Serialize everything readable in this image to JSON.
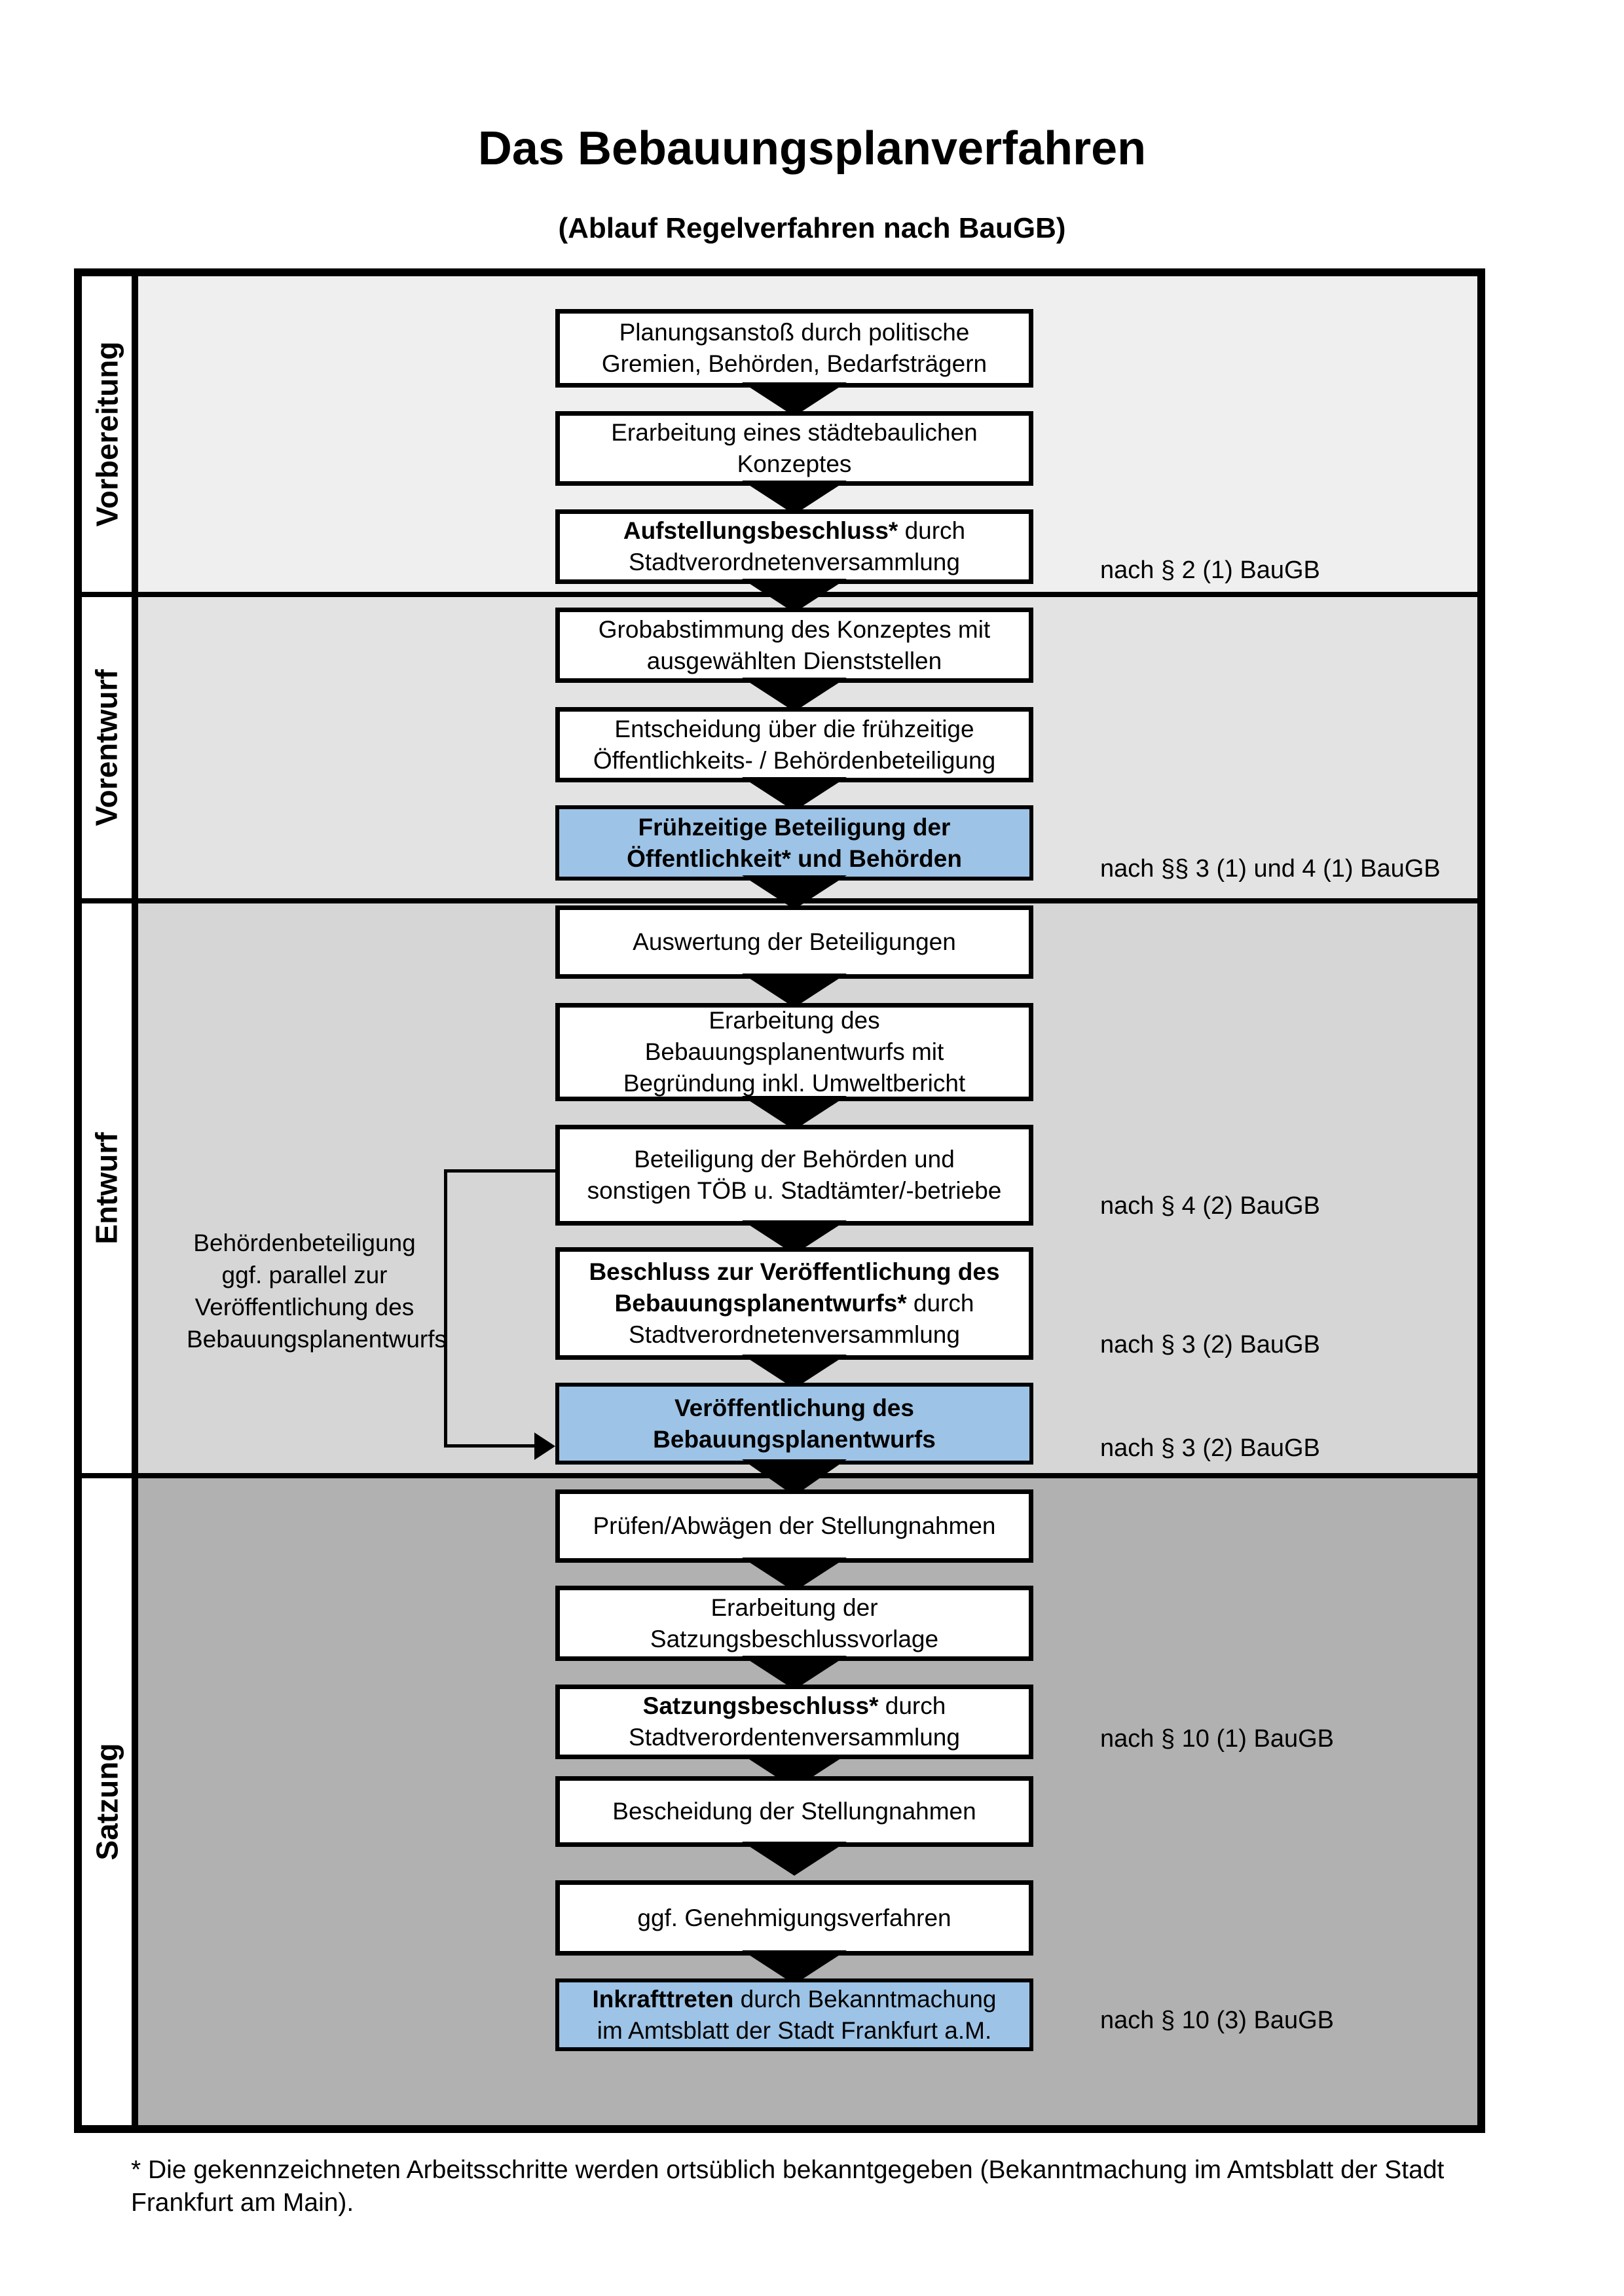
{
  "header": {
    "title": "Das Bebauungsplanverfahren",
    "subtitle": "(Ablauf Regelverfahren nach BauGB)"
  },
  "phases": {
    "p1": "Vorbereitung",
    "p2": "Vorentwurf",
    "p3": "Entwurf",
    "p4": "Satzung"
  },
  "boxes": {
    "box1": {
      "line1": "Planungsanstoß durch politische",
      "line2": "Gremien, Behörden, Bedarfsträgern"
    },
    "box2": {
      "line1": "Erarbeitung eines städtebaulichen",
      "line2": "Konzeptes"
    },
    "box3": {
      "line1_bold": "Aufstellungsbeschluss*",
      "line1_rest": " durch",
      "line2": "Stadtverordnetenversammlung"
    },
    "box4": {
      "line1": "Grobabstimmung des Konzeptes mit",
      "line2": "ausgewählten Dienststellen"
    },
    "box5": {
      "line1": "Entscheidung über die frühzeitige",
      "line2": "Öffentlichkeits- / Behördenbeteiligung"
    },
    "box6": {
      "line1": "Frühzeitige Beteiligung der",
      "line2": "Öffentlichkeit* und Behörden"
    },
    "box7": {
      "line1": "Auswertung der Beteiligungen"
    },
    "box8": {
      "line1": "Erarbeitung des",
      "line2": "Bebauungsplanentwurfs mit",
      "line3": "Begründung inkl. Umweltbericht"
    },
    "box9": {
      "line1": "Beteiligung der Behörden und",
      "line2": "sonstigen TÖB u. Stadtämter/-betriebe"
    },
    "box10": {
      "line1": "Beschluss zur Veröffentlichung des",
      "line2_bold": "Bebauungsplanentwurfs*",
      "line2_rest": " durch",
      "line3": "Stadtverordnetenversammlung"
    },
    "box11": {
      "line1": "Veröffentlichung des",
      "line2": "Bebauungsplanentwurfs"
    },
    "box12": {
      "line1": "Prüfen/Abwägen der Stellungnahmen"
    },
    "box13": {
      "line1": "Erarbeitung der",
      "line2": "Satzungsbeschlussvorlage"
    },
    "box14": {
      "line1_bold": "Satzungsbeschluss*",
      "line1_rest": " durch",
      "line2": "Stadtverordentenversammlung"
    },
    "box15": {
      "line1": "Bescheidung der Stellungnahmen"
    },
    "box16": {
      "line1": "ggf. Genehmigungsverfahren"
    },
    "box17": {
      "line1_bold": "Inkrafttreten",
      "line1_rest": " durch Bekanntmachung",
      "line2": "im Amtsblatt der Stadt Frankfurt a.M."
    }
  },
  "legal_refs": {
    "r1": "nach § 2 (1) BauGB",
    "r2": "nach §§ 3 (1) und 4 (1) BauGB",
    "r3": "nach § 4 (2) BauGB",
    "r4": "nach § 3 (2) BauGB",
    "r5": "nach § 3 (2) BauGB",
    "r6": "nach § 10 (1) BauGB",
    "r7": "nach § 10 (3) BauGB"
  },
  "side_note": {
    "line1": "Behördenbeteiligung",
    "line2": "ggf. parallel zur",
    "line3": "Veröffentlichung des",
    "line4": "Bebauungsplanentwurfs"
  },
  "footnote": {
    "line1": "* Die gekennzeichneten Arbeitsschritte werden ortsüblich bekanntgegeben (Bekanntmachung im Amtsblatt der Stadt",
    "line2": "Frankfurt am Main)."
  },
  "colors": {
    "highlight_blue": "#9dc3e6",
    "phase1_bg": "#efefef",
    "phase2_bg": "#e3e3e3",
    "phase3_bg": "#d6d6d6",
    "phase4_bg": "#b1b1b1",
    "line_black": "#000000"
  }
}
